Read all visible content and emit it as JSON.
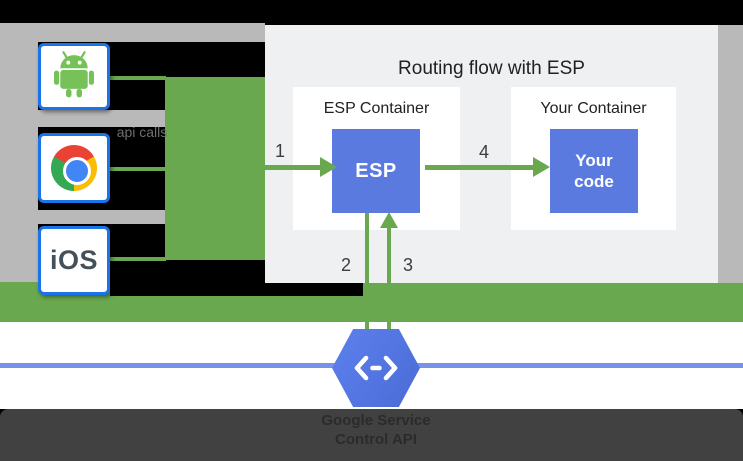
{
  "title": "Routing flow with ESP",
  "left_rail": {
    "api_calls_label": "api calls",
    "clients": [
      {
        "icon": "android-robot-icon"
      },
      {
        "icon": "chrome-logo-icon"
      },
      {
        "icon": "ios-logo",
        "label": "iOS"
      }
    ]
  },
  "panel": {
    "esp_container_label": "ESP Container",
    "esp_box_label": "ESP",
    "your_container_label": "Your Container",
    "your_code_label": "Your code",
    "steps": [
      "1",
      "2",
      "3",
      "4"
    ]
  },
  "footer": {
    "endpoints_icon": "cloud-endpoints-hexagon-icon",
    "service_name_line1": "Google Service",
    "service_name_line2": "Control API"
  },
  "colors": {
    "flow_green": "#6aa84f",
    "box_blue": "#5b7ae0",
    "client_border_blue": "#1a73e8",
    "network_line_blue": "#7892e9",
    "panel_background": "#eff0f1",
    "rail_gray": "#b9b9b9",
    "dark_band": "#414141",
    "android_green": "#77c159",
    "chrome_red": "#ea4335",
    "chrome_yellow": "#fbbc05",
    "chrome_green": "#34a853",
    "chrome_blue": "#4285f4"
  }
}
